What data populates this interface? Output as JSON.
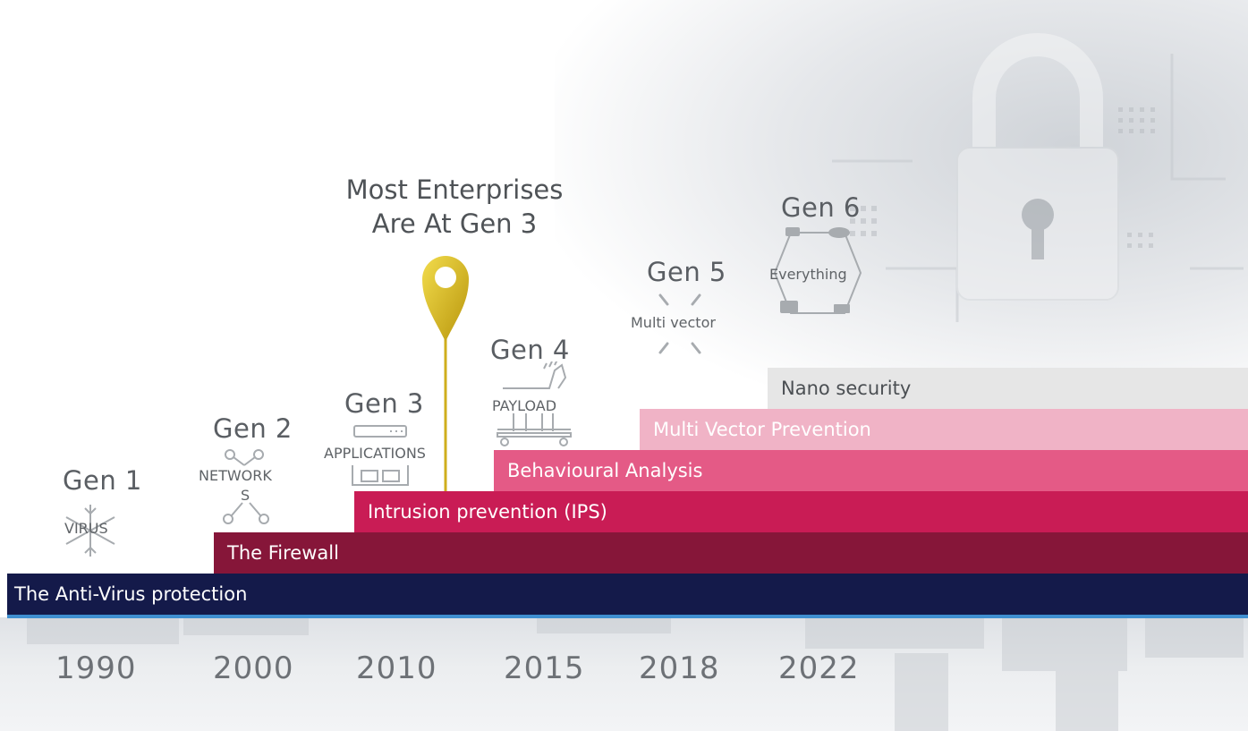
{
  "callout": {
    "line1": "Most Enterprises",
    "line2": "Are At Gen 3"
  },
  "generations": [
    {
      "title": "Gen 1",
      "icon_label": "VIRUS",
      "icon": "virus-icon"
    },
    {
      "title": "Gen 2",
      "icon_label_1": "NETWORK",
      "icon_label_2": "S",
      "icon": "network-icon"
    },
    {
      "title": "Gen 3",
      "icon_label": "APPLICATIONS",
      "icon": "applications-icon"
    },
    {
      "title": "Gen 4",
      "icon_label": "PAYLOAD",
      "icon": "trojan-horse-icon"
    },
    {
      "title": "Gen 5",
      "icon_label": "Multi vector",
      "icon": "multi-vector-arrows-icon"
    },
    {
      "title": "Gen 6",
      "icon_label": "Everything",
      "icon": "everything-hexagon-icon"
    }
  ],
  "bars": [
    {
      "label": "The Anti-Virus protection",
      "color": "#141a4a"
    },
    {
      "label": "The Firewall",
      "color": "#861639"
    },
    {
      "label": "Intrusion prevention (IPS)",
      "color": "#c91c55"
    },
    {
      "label": "Behavioural Analysis",
      "color": "#e45a86"
    },
    {
      "label": "Multi Vector Prevention",
      "color": "#f0b3c6"
    },
    {
      "label": "Nano security",
      "color": "#e6e6e6"
    }
  ],
  "years": [
    "1990",
    "2000",
    "2010",
    "2015",
    "2018",
    "2022"
  ],
  "colors": {
    "pin": "#d4b21a",
    "baseline": "#3f8fd0"
  }
}
